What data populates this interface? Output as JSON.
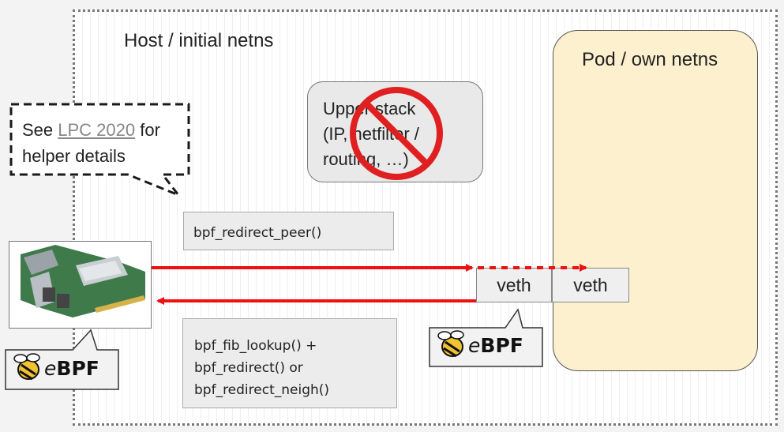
{
  "host": {
    "label": "Host / initial netns"
  },
  "pod": {
    "label": "Pod / own netns"
  },
  "upper_stack": {
    "lines": [
      "Upper stack",
      "(IP, netfilter /",
      "routing, …)"
    ]
  },
  "note": {
    "prefix": "See ",
    "link": "LPC 2020",
    "suffix": " for",
    "line2": "helper details"
  },
  "helpers": {
    "peer": "bpf_redirect_peer()",
    "fib_lines": [
      "bpf_fib_lookup() +",
      "bpf_redirect() or",
      "bpf_redirect_neigh()"
    ]
  },
  "veth": {
    "left": "veth",
    "right": "veth"
  },
  "ebpf": {
    "label": "BPF",
    "prefix": "e"
  },
  "colors": {
    "arrow": "#ee1111",
    "forbidden": "#e02020",
    "pod_fill": "#fdf0cf"
  }
}
